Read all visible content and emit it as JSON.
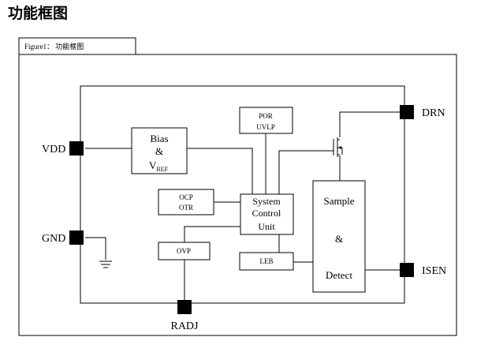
{
  "heading": "功能框图",
  "figure_tab": "Figure1：  功能框图",
  "blocks": {
    "bias_line1": "Bias",
    "bias_line2": "&",
    "bias_v": "V",
    "bias_sub": "REF",
    "por": "POR",
    "uvlp": "UVLP",
    "ocp": "OCP",
    "otr": "OTR",
    "ovp": "OVP",
    "leb": "LEB",
    "scu_line1": "System",
    "scu_line2": "Control",
    "scu_line3": "Unit",
    "sample": "Sample",
    "amp": "&",
    "detect": "Detect"
  },
  "pins": {
    "vdd": "VDD",
    "gnd": "GND",
    "drn": "DRN",
    "isen": "ISEN",
    "radj": "RADJ"
  }
}
